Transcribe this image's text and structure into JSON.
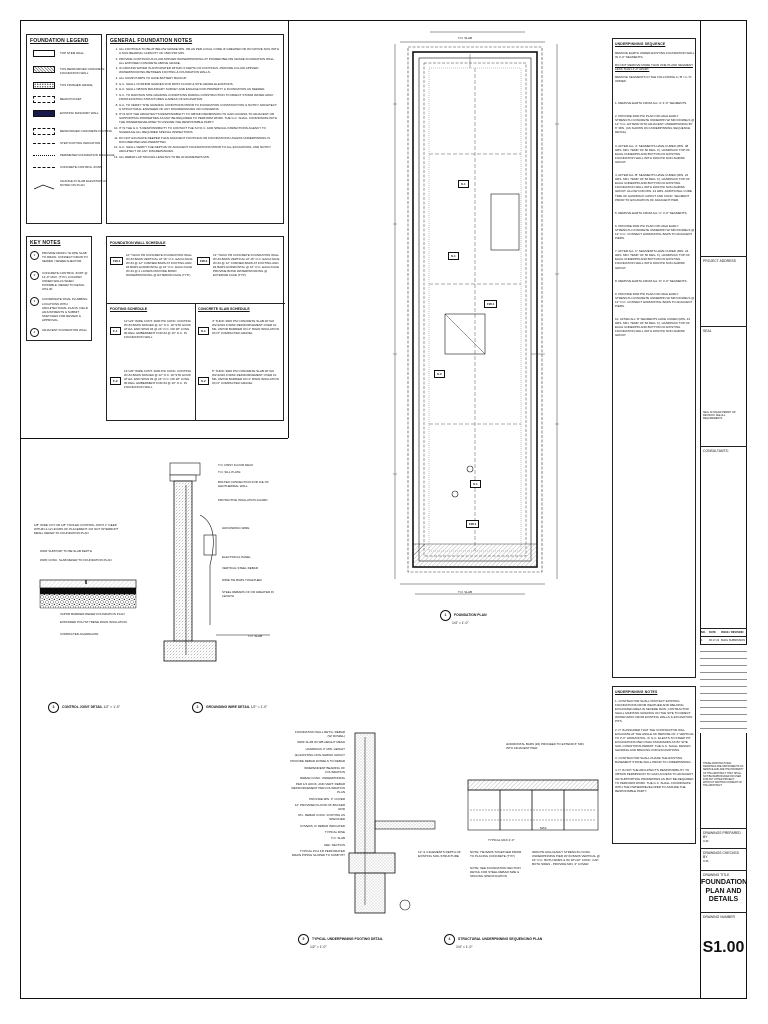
{
  "legend": {
    "title": "FOUNDATION LEGEND",
    "items": [
      {
        "label": "TOP STEM WALL"
      },
      {
        "label": "TOS REINFORCED CONCRETE FOUNDATION WALL"
      },
      {
        "label": "TOS FINISHED GRADE"
      },
      {
        "label": "BEAM POCKET"
      },
      {
        "label": "EXISTING MASONRY WALL"
      },
      {
        "label": "REINFORCED CONCRETE FOOTING"
      },
      {
        "label": "STEP FOOTING INDICATION"
      },
      {
        "label": "PERIMETER FOUNDATION DRAINAGE"
      },
      {
        "label": "CONCRETE CONTROL JOINT"
      },
      {
        "label": "CHANGE IN SLAB ELEVATION AS NOTED ON PLAN"
      }
    ]
  },
  "general_notes": {
    "title": "GENERAL FOUNDATION NOTES",
    "items": [
      "ALL FOOTINGS TO BE AT BELOW GRADE MIN. OR AS PER LOCAL CODE IF GREATER OR ON NATIVE SOIL WITH A SOIL BEARING CAPACITY OF 1500 PSF MIN.",
      "PROVIDE CONTINUOUS FLUID APPLIED WATERPROOFING AT POURED BELOW GRADE FOUNDATION WALL. ALL EXPOSED CONCRETE ABOVE GRADE.",
      "IF GROUND WATER IS ANTICIPATED WITHIN 3' DEPTH OF FOOTINGS, PROVIDE A FLUID APPLIED WATERPROOFING BETWEEN FOOTING & FOUNDATION WALLS.",
      "ALL SUMP PUMPS TO HAVE BATTERY BACKUP.",
      "G.C. SHALL CONFIRM GRADES FOR FIRST FLOOR & SITE GRADE ELEVATIONS.",
      "G.C. SHALL OBTAIN BOUNDARY SURVEY AND ENGAGE FOR PROPERTY & FOUNDATION AS NEEDED.",
      "G.C. TO MAINTAIN SITE GRADING CONDITIONS DURING CONSTRUCTION TO DIRECT STORM WATER AWAY FROM EXISTING STRUCTURES & AREAS OF EXCAVATION.",
      "G.C. TO VERIFY SITE GRADING CONDITIONS PRIOR TO FOUNDATION CONSTRUCTION & NOTIFY ARCHITECT & STRUCTURAL ENGINEER OF ANY DISCREPANCIES OR CONCERNS.",
      "IT IS NOT THE ARCHITECT'S RESPONSIBILITY TO OBTAIN PERMISSION TO GAIN ACCESS TO ADJACENT OR SUPPORTING PROPERTIES AS MAY BE REQUIRED TO PERFORM WORK. THE G.C. SHALL COORDINATE WITH THE OWNER/DEVELOPER TO ASSURE THE RESPONSIBLE PARTY.",
      "IT IS THE G.C.'S RESPONSIBILITY TO CONTACT THE S.P.O.C. AOR SPECIAL INSPECTIONS AGENCY TO SCHEDULE ALL REQUIRED SPECIAL INSPECTIONS.",
      "DO NOT EXCAVATE DEEPER THAN ADJACENT FOOTINGS OR FOUNDATIONS UNLESS UNDERPINNING IS DOCUMENTED AND PERMITTED.",
      "G.C. SHALL VERIFY THE DEPTHS OF ADJACENT FOUNDATIONS PRIOR TO ALL EXCAVATION, AND NOTIFY ARCHITECT OF ANY DISCREPANCIES.",
      "ALL REBAR LAP SPLICES LENGTHS TO BE 40 DIAMETERS MIN."
    ]
  },
  "key_notes": {
    "title": "KEY NOTES",
    "items": [
      {
        "num": "1",
        "text": "PROVIDE DRAIN / SLOPE SLAB TO DRAIN. CONNECT DRAIN TO SEWER / SEWER EJECTOR."
      },
      {
        "num": "2",
        "text": "CONCRETE CONTROL JOINT @ 12'-0\" MAX. (TYP.) LOCATED UNDER WALLS WHEN POSSIBLE. REFER TO DETAIL 3/S1.00"
      },
      {
        "num": "3",
        "text": "COORDINATE FINAL PLUMBING LOCATIONS WITH ARCHITECTURAL PLANS. FIELD ADJUSTMENTS & SUBMIT SKETCHES FOR REVIEW & APPROVAL."
      },
      {
        "num": "4",
        "text": "ADJACENT FOUNDATION WALL"
      }
    ]
  },
  "schedules": {
    "wall_title": "FOUNDATION WALL SCHEDULE",
    "walls": [
      {
        "tag": "FW-1",
        "text": "10\" THICK PR CONCRETE FOUNDATION WALL W/ #4 BARS VERTICAL AT 16\" O.C. EACH FACE W/ #4 @ 12\" CORNER BARS AT FOOTING AND #4 BARS HORIZONTAL @ 16\" O.C. EACH FACE W/ #4 @ 2 LAYERS PROVIDE BOND WATERPROOFING @ EXTERIOR FACE (TYP.)"
      },
      {
        "tag": "FW-2",
        "text": "12\" THICK PR CONCRETE FOUNDATION WALL W/ #4 BARS VERTICAL AT 16\" O.C. EACH FACE W/ #4 @ 12\" CORNER BARS AT FOOTING AND #4 BARS HORIZONTAL @ 16\" O.C. EACH FACE PROVIDE BOND WATERPROOFING @ EXTERIOR FACE (TYP.)"
      }
    ],
    "footing_title": "FOOTING SCHEDULE",
    "footings": [
      {
        "tag": "F-1",
        "text": "12\"x24\" WIDE CONT. 3000 PSI CONC. FOOTING W/ #4 BARS SPACED @ 12\" O.C. W/ STD HOOK AT EA. END SPAN #4 @ 24\" O.C. OR 18\" LONG 90 DEG. EMBEDMENT FOR #4 @ 16\" O.C. IN FOUNDATION WALL"
      },
      {
        "tag": "F-2",
        "text": "12\"x30\" WIDE CONT. 3000 PSI CONC. FOOTING W/ #4 BARS SPACED @ 12\" O.C. W/ STD HOOK AT EA. END SPAN #4 @ 24\" O.C. OR 18\" LONG 90 DEG. EMBEDMENT FOR #4 @ 16\" O.C. IN FOUNDATION WALL"
      }
    ],
    "slab_title": "CONCRETE SLAB SCHEDULE",
    "slabs": [
      {
        "tag": "S-1",
        "text": "4\" THICK 3000 PSI CONCRETE SLAB W/ 6x6 W2.9xW2.9 WWF REINFORCEMENT OVER 10 MIL VAPOR BARRIER ON 4\" RIGID INSULATION ON 6\" COMPACTED GRAVEL"
      },
      {
        "tag": "S-2",
        "text": "5\" THICK 3000 PSI CONCRETE SLAB W/ 6x6 W2.9xW2.9 WWF REINFORCEMENT OVER 10 MIL VAPOR BARRIER ON 4\" RIGID INSULATION ON 6\" COMPACTED GRAVEL"
      }
    ]
  },
  "underpinning_sequence": {
    "title": "UNDERPINNING SEQUENCE",
    "intro": [
      "REMOVE EARTH UNDER EXISTING FOUNDATION WALL IN 4'-0\" SEGMENTS.",
      "DO NOT REMOVE MORE THAN ONE PLANK SEGMENT LESS THAN 4'-0\" APART."
    ],
    "sub": "REMOVE SEGMENTS IN THE FOLLOWING A / B / C / D ORDER",
    "steps": [
      "1. REMOVE EARTH FROM ALL 'A' 4'-0\" SEGMENTS.",
      "2. PROVIDE 3000 PSI PLAIN OR HIGH EARLY STRENGTH CONCRETE UNDERPIN W/ MIN DOWELS @ 12\" O.C. EXTEND INTO ADJACENT UNDERPINNING BY 6\" MIN. (AS SHOWN ON UNDERPINNING SEQUENCE DETAIL)",
      "3. AFTER ALL 'A' SEGMENTS HAVE CURED (MIN. 48 HRS. MIN. TEMP. OF 50 DEG. F), HANDPACK TOP OF EACH UNDERPIN AND BOTTOM OF EXISTING FOUNDATION WALL WITH 1000 PSI NON-SHRINK GROUT.",
      "4. AFTER ALL 'B' SEGMENTS HAVE CURED (MIN. 24 HRS. MIN. TEMP. OF 50 DEG. F), HANDPACK TOP OF EACH UNDERPIN AND BOTTOM OF EXISTING FOUNDATION WALL WITH 1000 PSI NON-SHRINK GROUT. ALLOW FOR MIN. 24 HRS. ADDITIONAL CURE TIME OF HANDPACK GROUT AND CONC. SEGMENT PRIOR TO EXCAVATION OF ADJACENT PIER.",
      "5. REMOVE EARTH FROM ALL 'C' 4'-0\" SEGMENTS.",
      "6. PROVIDE 3000 PSI PLAIN OR HIGH EARLY STRENGTH CONCRETE UNDERPIN W/ MIN DOWELS @ 12\" O.C. CONNECT HORIZONTAL BARS TO ADJACENT PIERS.",
      "7. AFTER ALL 'C' SEGMENTS HAVE CURED (MIN. 24 HRS. MIN. TEMP. OF 50 DEG. F), HANDPACK TOP OF EACH UNDERPIN AND BOTTOM OF EXISTING FOUNDATION WALL WITH 1000 PSI NON-SHRINK GROUT.",
      "8. REMOVE EARTH FROM ALL 'D' 4'-0\" SEGMENTS.",
      "9. PROVIDE 3000 PSI PLAIN OR HIGH EARLY STRENGTH CONCRETE UNDERPIN W/ MIN DOWELS @ 12\" O.C. CONNECT HORIZONTAL BARS TO ADJACENT PIERS.",
      "10. AFTER ALL 'D' SEGMENTS HAVE CURED (MIN. 24 HRS. MIN. TEMP. OF 50 DEG. F), HANDPACK TOP OF EACH UNDERPIN AND BOTTOM OF EXISTING FOUNDATION WALL WITH 1000 PSI NON-SHRINK GROUT."
    ]
  },
  "underpinning_notes": {
    "title": "UNDERPINNING NOTES",
    "items": [
      "1. CONTRACTOR SHALL PROTECT EXISTING FOUNDATIONS FROM WEATHER AND WELDING EXCAVATED AREA IN SEVERE RAIN. CONTRACTOR SHALL MAINTAIN GRADING ON THE SITE TO DIRECT WATER AWAY FROM EXISTING WALLS & EXCAVATION PITS.",
      "2. IT IS ASSUMED THAT THE CONTRACTOR WILL EXCAVATE AT THE ANGLE OF REPOSE OF 1' VERTICAL TO 2'-0\" HORIZONTAL. IF G.C. ELECTS TO STEEP PIT EXCAVATIONS PER OSHA STANDARDS AS BY SITE SOIL CONDITIONS PERMIT. THE G.C. SHALL DESIGN SHORING AND BRACING FOR EXCAVATIONS.",
      "3. CONTRACTOR SHALL PHASE THE EXISTING BASEMENT STONE WALL PRIOR TO UNDERPINNING.",
      "4. IT IS NOT THE ARCHITECT'S RESPONSIBILITY TO OBTAIN PERMISSION TO GAIN ACCESS TO ADJACENT OR SUPPORTING PROPERTIES AS MAY BE REQUIRED TO PERFORM WORK. THE G.C. SHALL COORDINATE WITH THE OWNER/DEVELOPER TO ASSURE THE RESPONSIBLE PARTY."
    ]
  },
  "plan": {
    "tags": [
      "S-1",
      "S-2",
      "S-1",
      "S-1",
      "FW-1",
      "FW-1"
    ],
    "elev_top": "T.O. SLAB",
    "elev_bottom": "T.O. SLAB"
  },
  "details": {
    "control_joint": {
      "labels": [
        "1/8\" WIDE CUT OR 1/8\" TOOLED CONTROL JOINT 1\" DEEP, WITHIN 4-12 HOURS OF PLACEMENT. DO NOT INTERRUPT MESH. REFER TO FOUNDATION PLAN",
        "WWF SUPPORT TO BE SLAB DEPTH",
        "WWF CONC. SLAB REFER TO FOUNDATION PLAN",
        "VAPOR BARRIER REFER FOUNDATION PLAN",
        "EXPANDED POLYSTYRENE RIGID INSULATION",
        "COMPACTED AGGREGATE"
      ],
      "num": "3",
      "title": "CONTROL JOINT DETAIL",
      "scale": "1/2\" = 1'-0\""
    },
    "grounding": {
      "labels": [
        "T.O. FIRST FLOOR DECK",
        "T.O. SILL PLATE",
        "BOLTED CONNECTION FOR ICE OF GEOTHERMAL WALL",
        "PROTECTIVE INSULATION GUARD",
        "GROUNDING WIRE",
        "ELECTRICAL PANEL",
        "VERTICAL STEEL REBAR",
        "WIRE TIE BARS TOGETHER",
        "STEEL REBARS OF OR GREATER IN LENGTH"
      ],
      "elev": "T.O. SLAB",
      "num": "2",
      "title": "GROUNDING WIRE DETAIL",
      "scale": "1/2\" = 1'-0\""
    },
    "plan_title": {
      "num": "1",
      "title": "FOUNDATION PLAN",
      "scale": "1/4\" = 1'-0\""
    },
    "underpinning_footing": {
      "labels": [
        "FOUNDATION WALL RET'G. REBAR (W/ DOWEL)",
        "WWF SLAB W/ WB HEIGHT MESH",
        "HANDPACK 3\" MIN. HEIGHT",
        "(E) EXISTING NON-SHRINK GROUT",
        "PROVIDE REBAR DOWELS TO REBAR",
        "INDEPENDENT BEARING OF FOUNDATION",
        "REBAR CONC. UNDERPINNING",
        "PER 1/4 HOOK, AND VERT. REBAR REINFORCEMENT PER FOUNDATION PLAN",
        "PROVIDE MIN. 3\" COVER",
        "12\" PROVIDED FLOOR OF BACKER ROD",
        "STL. REBAR CONC. FOOTING AS SPECIFIED",
        "COVERS, IF REBAR INDICATED",
        "TYPICAL RISE",
        "T.O. SLAB",
        "REF. SECTION",
        "TYPICAL PCA FR PERFORATED DRAIN PIPING SLOPED TO SUMP PIT"
      ],
      "num": "5",
      "title": "TYPICAL UNDERPINNING FOOTING DETAIL",
      "scale": "1/2\" = 1'-0\""
    },
    "underpinning_sequence_detail": {
      "labels": [
        "HORIZONTAL BARS (#4) PROCEED TO EXTEND 6\" MIN. INTO ADJACENT PIER",
        "TYPICAL MAX 4'-0\"",
        "NOTE: TIE BARS TOGETHER PRIOR TO PLACING CONCRETE (TYP.)",
        "NOTE: SEE FOUNDATION SECTION DETAIL FOR STEEL REBAR SIZE & SPACING SPECIFICATION",
        "3000 PSI HIGH EARLY STRENGTH CONC. UNDERPINNING PIER W/ #4 BARS VERTICAL @ 16\" O.C. BOTH SIDES & W/ 18\"x12\" CONC. CAP. BOTH SIDES - PROVIDE MIN. 3\" COVER",
        "12\" & 3 ELEMENTS DEPTH OF EXISTING SOIL STRUCTURE",
        "MAX."
      ],
      "num": "4",
      "title": "STRUCTURAL UNDERPINNING SEQUENCING PLAN",
      "scale": "1/4\" = 1'-0\""
    }
  },
  "title_block": {
    "project_address": "PROJECT ADDRESS",
    "seal": "SEAL",
    "seal_note": "SEAL IS ISSUED PERMIT OR REVISION. SEE ALL REQUIREMENTS",
    "consultants": "CONSULTANTS:",
    "revisions": {
      "headers": [
        "NO.",
        "DATE",
        "ISSUE / REVISION"
      ],
      "rows": [
        {
          "no": "1",
          "date": "06.17.22",
          "issue": "BLDG SUBMISSION"
        }
      ]
    },
    "disclaimer": "THESE ARCHITECTURAL DRAWINGS ARE INSTRUMENTS OF SERVICE AND ARE THE PROPERTY OF THE ARCHITECT. THEY SHALL NOT BE REPRODUCED OR USED FOR ANY OTHER PROJECT WITHOUT WRITTEN CONSENT OF THE ARCHITECT.",
    "prepared_by_label": "DRAWINGS PREPARED BY",
    "prepared_by": "CJK",
    "checked_by_label": "DRAWINGS CHECKED BY",
    "checked_by": "CJK",
    "title_label": "DRAWING TITLE",
    "title": "FOUNDATION PLAN AND DETAILS",
    "number_label": "DRAWING NUMBER",
    "number": "S1.00"
  }
}
